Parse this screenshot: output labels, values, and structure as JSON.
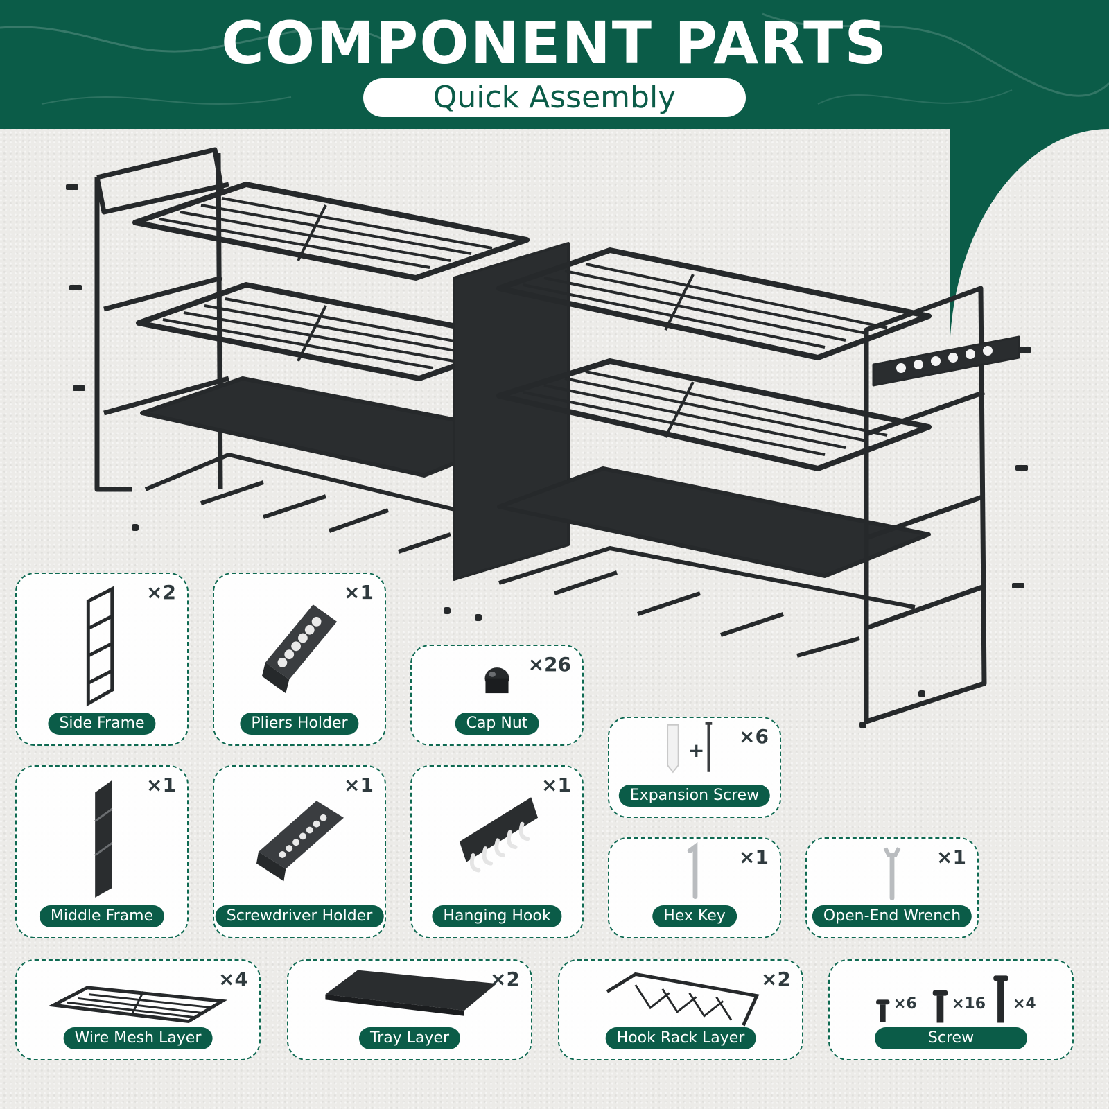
{
  "header": {
    "title": "COMPONENT PARTS",
    "subtitle": "Quick Assembly"
  },
  "parts": [
    {
      "id": "side-frame",
      "label": "Side Frame",
      "qty": "×2"
    },
    {
      "id": "pliers-holder",
      "label": "Pliers Holder",
      "qty": "×1"
    },
    {
      "id": "cap-nut",
      "label": "Cap Nut",
      "qty": "×26"
    },
    {
      "id": "expansion-screw",
      "label": "Expansion Screw",
      "qty": "×6",
      "plus": "+"
    },
    {
      "id": "middle-frame",
      "label": "Middle Frame",
      "qty": "×1"
    },
    {
      "id": "screwdriver-holder",
      "label": "Screwdriver Holder",
      "qty": "×1"
    },
    {
      "id": "hanging-hook",
      "label": "Hanging Hook",
      "qty": "×1"
    },
    {
      "id": "hex-key",
      "label": "Hex Key",
      "qty": "×1"
    },
    {
      "id": "open-end-wrench",
      "label": "Open-End Wrench",
      "qty": "×1"
    },
    {
      "id": "wire-mesh-layer",
      "label": "Wire Mesh Layer",
      "qty": "×4"
    },
    {
      "id": "tray-layer",
      "label": "Tray Layer",
      "qty": "×2"
    },
    {
      "id": "hook-rack-layer",
      "label": "Hook Rack Layer",
      "qty": "×2"
    },
    {
      "id": "screw",
      "label": "Screw",
      "qty_small": "×6",
      "qty_medium": "×16",
      "qty_large": "×4"
    }
  ],
  "colors": {
    "brand_green": "#0b5c48",
    "metal_black": "#26292b",
    "background": "#ecebe8"
  }
}
